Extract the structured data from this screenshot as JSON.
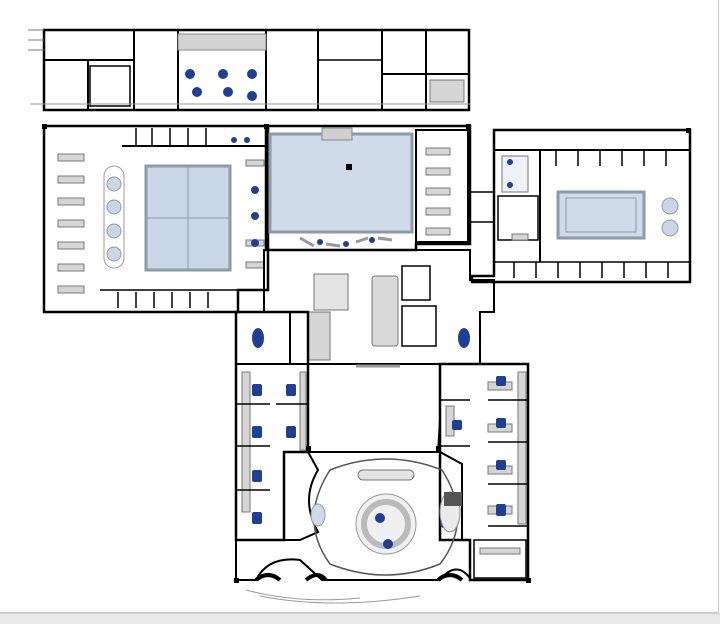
{
  "drawing": {
    "kind": "architectural floor plan",
    "annotations": []
  },
  "colors": {
    "wall": "#000000",
    "partition": "#111111",
    "pool_fill": "#cfdbe8",
    "pool_edge": "#8d9aa8",
    "furniture_gray": "#b9b9b9",
    "accent_blue": "#1f3f95",
    "light_blue": "#c9d6e6",
    "background": "#ffffff"
  },
  "rooms": [
    {
      "id": "north-service-wing",
      "role": "offices"
    },
    {
      "id": "north-cafe",
      "role": "seating"
    },
    {
      "id": "west-relaxation-hall",
      "role": "loungers and small pool"
    },
    {
      "id": "central-pool-hall",
      "role": "main pool"
    },
    {
      "id": "east-spa-wing",
      "role": "small pool and cabins"
    },
    {
      "id": "west-treatment-corridor",
      "role": "treatment rooms"
    },
    {
      "id": "east-treatment-corridor",
      "role": "treatment rooms"
    },
    {
      "id": "south-rotunda",
      "role": "lounge"
    }
  ]
}
